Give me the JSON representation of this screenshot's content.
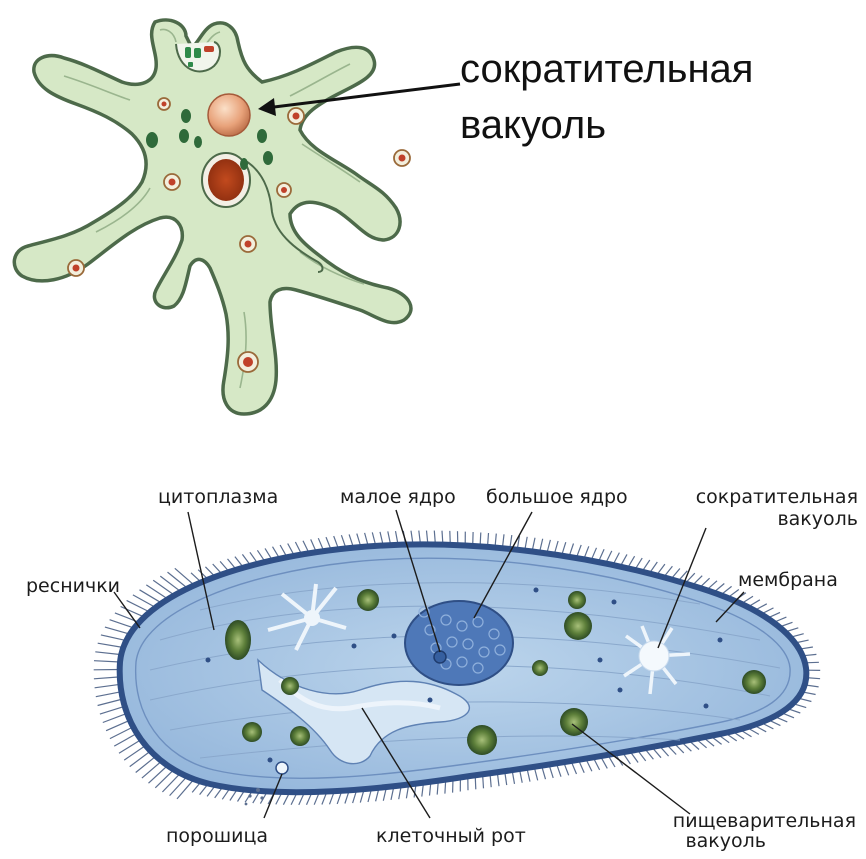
{
  "amoeba": {
    "label_line1": "сократительная",
    "label_line2": "вакуоль"
  },
  "paramecium": {
    "cytoplasm": "цитоплазма",
    "small_nucleus": "малое ядро",
    "large_nucleus": "большое ядро",
    "contractile_line1": "сократительная",
    "contractile_line2": "вакуоль",
    "cilia": "реснички",
    "membrane": "мембрана",
    "anal_pore": "порошица",
    "cell_mouth": "клеточный рот",
    "digestive_line1": "пищеварительная",
    "digestive_line2": "вакуоль"
  },
  "colors": {
    "amoeba_fill": "#d6e8c6",
    "amoeba_outline": "#4d6a4a",
    "paramecium_fill": "#a9c7e4",
    "paramecium_outline": "#2f4f86",
    "nucleus_fill": "#4e78b8"
  }
}
